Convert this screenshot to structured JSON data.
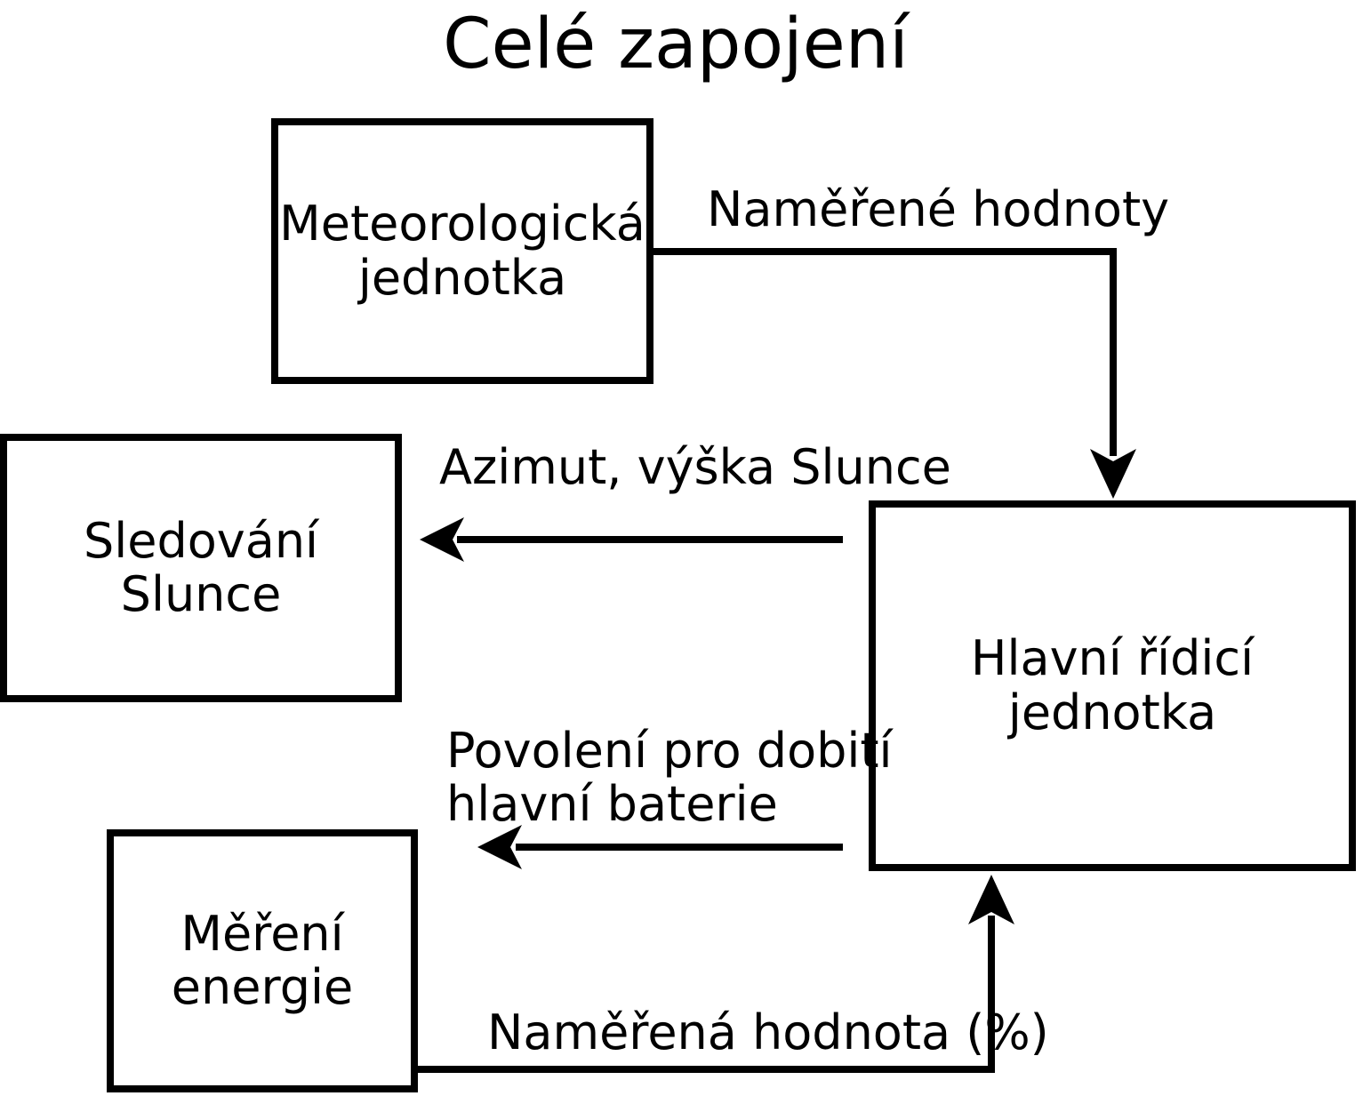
{
  "title": "Celé zapojení",
  "colors": {
    "line_color": "#000000",
    "text_color": "#000000",
    "background": "#ffffff"
  },
  "boxes": {
    "meteo": {
      "lines": [
        "Meteorologická",
        "jednotka"
      ]
    },
    "sledovani": {
      "lines": [
        "Sledování",
        "Slunce"
      ]
    },
    "hlavni": {
      "lines": [
        "Hlavní řídicí jednotka"
      ]
    },
    "mereni": {
      "lines": [
        "Měření",
        "energie"
      ]
    }
  },
  "edges": {
    "meteo_to_hlavni": {
      "label": "Naměřené hodnoty"
    },
    "hlavni_to_sledovani": {
      "label": "Azimut, výška Slunce"
    },
    "hlavni_to_baterie": {
      "lines": [
        "Povolení pro dobití",
        "hlavní baterie"
      ]
    },
    "mereni_to_hlavni": {
      "label": "Naměřená hodnota (%)"
    }
  }
}
